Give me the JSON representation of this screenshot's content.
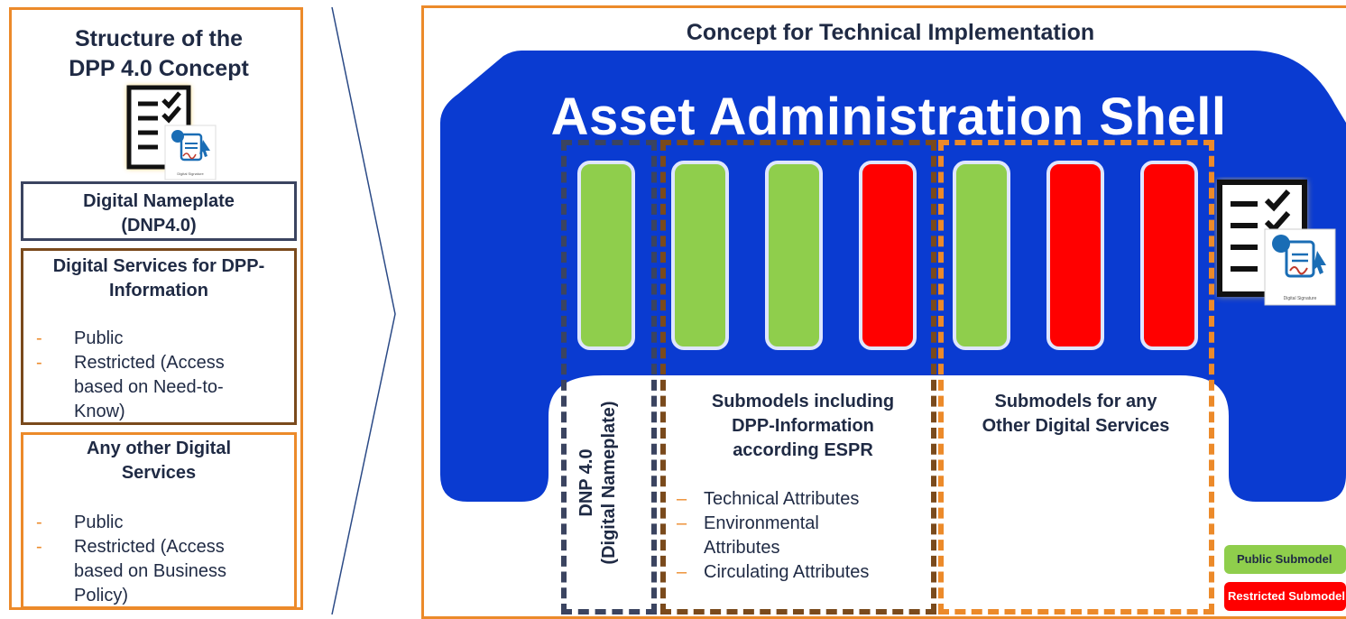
{
  "left": {
    "title_line1": "Structure of the",
    "title_line2": "DPP 4.0 Concept",
    "dnp_box": {
      "line1": "Digital Nameplate",
      "line2": "(DNP4.0)"
    },
    "services_box": {
      "line1": "Digital Services for DPP-",
      "line2": "Information",
      "bullets": [
        [
          "Public"
        ],
        [
          "Restricted (Access",
          "based on Need-to-",
          "Know)"
        ]
      ]
    },
    "other_box": {
      "line1": "Any other Digital",
      "line2": "Services",
      "bullets": [
        [
          "Public"
        ],
        [
          "Restricted (Access",
          "based on Business",
          "Policy)"
        ]
      ]
    }
  },
  "right": {
    "title": "Concept for Technical Implementation",
    "aas_title": "Asset Administration Shell",
    "submodels": [
      {
        "color": "green"
      },
      {
        "color": "green"
      },
      {
        "color": "green"
      },
      {
        "color": "red"
      },
      {
        "color": "green"
      },
      {
        "color": "red"
      },
      {
        "color": "red"
      }
    ],
    "dnp_label_line1": "DNP 4.0",
    "dnp_label_line2": "(Digital Nameplate)",
    "dpp_group": {
      "line1": "Submodels including",
      "line2": "DPP-Information",
      "line3": "according ESPR",
      "items": [
        "Technical Attributes",
        "Environmental",
        "Attributes",
        "Circulating Attributes"
      ]
    },
    "other_group": {
      "line1": "Submodels for any",
      "line2": "Other Digital Services"
    },
    "legend": {
      "public": "Public Submodel",
      "restricted": "Restricted Submodel"
    },
    "icon_caption": "Digital Signature"
  },
  "colors": {
    "orange": "#ec8a2a",
    "brown": "#7a4a1c",
    "navy": "#3b4460",
    "aas_blue": "#0a3bd1",
    "green": "#8fce4c",
    "red": "#ff0000",
    "text": "#1f2a44"
  }
}
